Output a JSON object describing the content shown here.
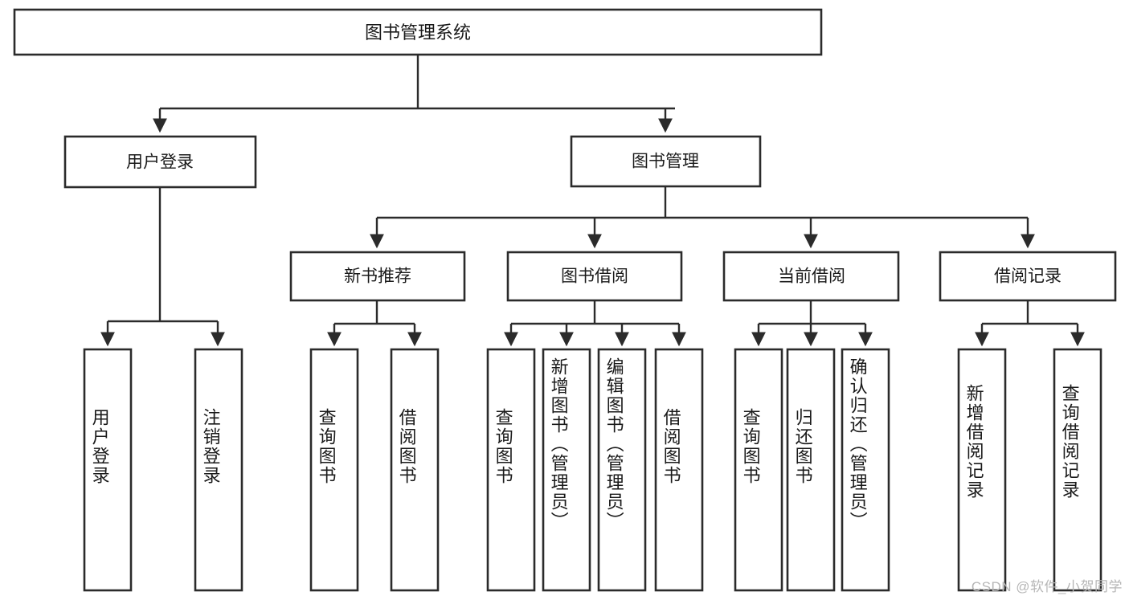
{
  "diagram": {
    "title": "图书管理系统",
    "type": "tree-hierarchy-diagram",
    "colors": {
      "stroke": "#2b2b2b",
      "fill": "#ffffff",
      "text": "#1a1a1a",
      "watermark": "#b6b6b6",
      "background": "#ffffff"
    },
    "root": {
      "label": "图书管理系统"
    },
    "level2": [
      {
        "label": "用户登录"
      },
      {
        "label": "图书管理"
      }
    ],
    "level3": [
      {
        "label": "新书推荐"
      },
      {
        "label": "图书借阅"
      },
      {
        "label": "当前借阅"
      },
      {
        "label": "借阅记录"
      }
    ],
    "leaves": {
      "user_login": [
        {
          "label": "用户登录"
        },
        {
          "label": "注销登录"
        }
      ],
      "new_book_recommend": [
        {
          "label": "查询图书"
        },
        {
          "label": "借阅图书"
        }
      ],
      "book_borrow": [
        {
          "label": "查询图书"
        },
        {
          "label": "新增图书（管理员）"
        },
        {
          "label": "编辑图书（管理员）"
        },
        {
          "label": "借阅图书"
        }
      ],
      "current_borrow": [
        {
          "label": "查询图书"
        },
        {
          "label": "归还图书"
        },
        {
          "label": "确认归还（管理员）"
        }
      ],
      "borrow_record": [
        {
          "label": "新增借阅记录"
        },
        {
          "label": "查询借阅记录"
        }
      ]
    }
  },
  "watermark": {
    "text": "CSDN @软件_小贺同学"
  }
}
